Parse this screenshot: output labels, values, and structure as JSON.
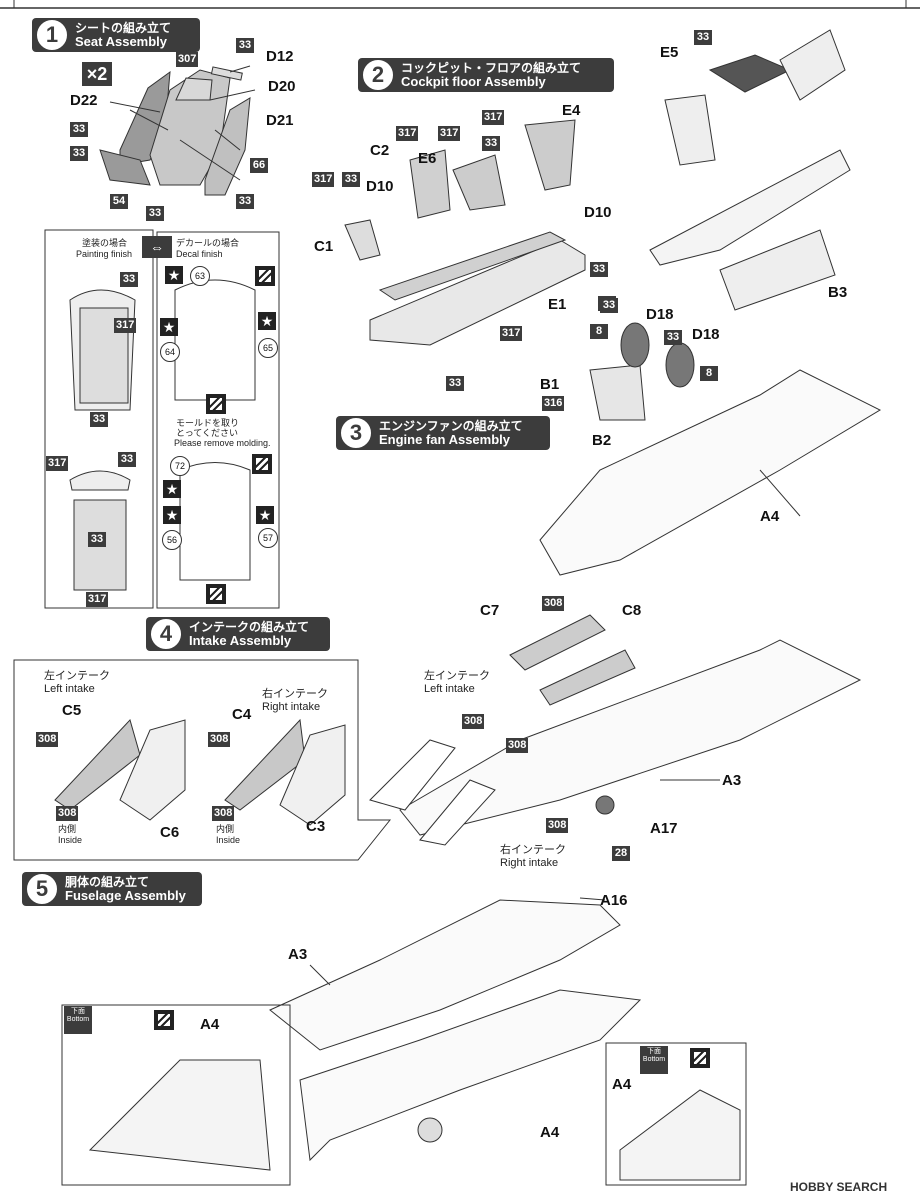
{
  "steps": [
    {
      "num": "1",
      "jp": "シートの組み立て",
      "en": "Seat Assembly"
    },
    {
      "num": "2",
      "jp": "コックピット・フロアの組み立て",
      "en": "Cockpit floor Assembly"
    },
    {
      "num": "3",
      "jp": "エンジンファンの組み立て",
      "en": "Engine fan Assembly"
    },
    {
      "num": "4",
      "jp": "インテークの組み立て",
      "en": "Intake Assembly"
    },
    {
      "num": "5",
      "jp": "胴体の組み立て",
      "en": "Fuselage Assembly"
    }
  ],
  "seat": {
    "multiplier": "×2",
    "parts": [
      "D12",
      "D20",
      "D21",
      "D22"
    ],
    "colors": [
      "33",
      "307",
      "33",
      "33",
      "66",
      "54",
      "33",
      "33"
    ]
  },
  "finish": {
    "painting_jp": "塗装の場合",
    "painting_en": "Painting finish",
    "decal_jp": "デカールの場合",
    "decal_en": "Decal finish",
    "molding_jp": "モールドを取り",
    "molding_jp2": "とってください",
    "molding_en": "Please remove molding.",
    "paint_codes": [
      "33",
      "317",
      "33",
      "317",
      "33",
      "33",
      "317"
    ],
    "decal_numbers": [
      "63",
      "64",
      "65",
      "72",
      "56",
      "57"
    ]
  },
  "cockpit": {
    "parts": [
      "C2",
      "E6",
      "E4",
      "D10",
      "D10",
      "C1",
      "E1",
      "E5",
      "B3"
    ],
    "colors": [
      "317",
      "317",
      "317",
      "33",
      "33",
      "317",
      "33",
      "33",
      "33",
      "317",
      "33"
    ]
  },
  "engine": {
    "parts": [
      "D18",
      "D18",
      "B1",
      "B2",
      "A4"
    ],
    "colors": [
      "33",
      "33",
      "8",
      "8",
      "316"
    ]
  },
  "intake": {
    "left_jp": "左インテーク",
    "left_en": "Left intake",
    "right_jp": "右インテーク",
    "right_en": "Right intake",
    "inside_jp": "内側",
    "inside_en": "Inside",
    "parts_box": [
      "C5",
      "C6",
      "C4",
      "C3"
    ],
    "parts_main": [
      "C7",
      "C8",
      "A3",
      "A17"
    ],
    "colors": [
      "308",
      "308",
      "308",
      "308",
      "308",
      "308",
      "308",
      "308",
      "28"
    ]
  },
  "fuselage": {
    "parts": [
      "A16",
      "A3",
      "A4",
      "A4",
      "A4"
    ],
    "bottom_jp": "下面",
    "bottom_en": "Bottom"
  },
  "watermark": "HOBBY SEARCH"
}
